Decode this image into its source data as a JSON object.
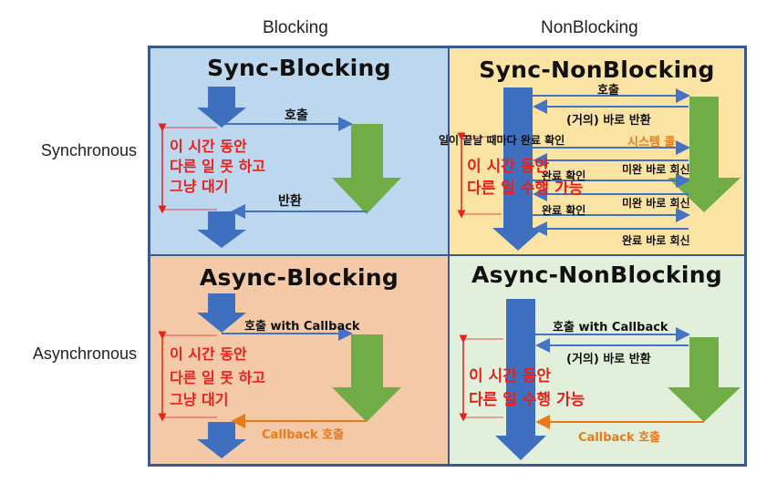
{
  "columns": {
    "blocking": "Blocking",
    "nonblocking": "NonBlocking"
  },
  "rows": {
    "synchronous": "Synchronous",
    "asynchronous": "Asynchronous"
  },
  "colors": {
    "sb": "#bdd7ee",
    "snb": "#fbe3a4",
    "ab": "#f4c9a8",
    "anb": "#e2efda",
    "blue": "#3f6fbf",
    "green": "#70ad47",
    "red": "#e8201c",
    "orange": "#e87a1c"
  },
  "sync_blocking": {
    "title": "Sync-Blocking",
    "call": "호출",
    "ret": "반환",
    "note": [
      "이 시간 동안",
      "다른 일 못 하고",
      "그냥 대기"
    ]
  },
  "sync_nonblocking": {
    "title": "Sync-NonBlocking",
    "call": "호출",
    "immediate": "(거의) 바로 반환",
    "poll_note": "일이 끝날 때마다 완료 확인",
    "syscall": "시스템 콜",
    "check1": "완료 확인",
    "not_done1": "미완 바로 회신",
    "not_done2": "미완 바로 회신",
    "check2": "완료 확인",
    "done": "완료 바로 회신",
    "note": [
      "이 시간 동안",
      "다른 일 수행 가능"
    ]
  },
  "async_blocking": {
    "title": "Async-Blocking",
    "call": "호출 with Callback",
    "callback": "Callback 호출",
    "note": [
      "이 시간 동안",
      "다른 일 못 하고",
      "그냥 대기"
    ]
  },
  "async_nonblocking": {
    "title": "Async-NonBlocking",
    "call": "호출 with Callback",
    "immediate": "(거의) 바로 반환",
    "callback": "Callback 호출",
    "note": [
      "이 시간 동안",
      "다른 일 수행 가능"
    ]
  }
}
